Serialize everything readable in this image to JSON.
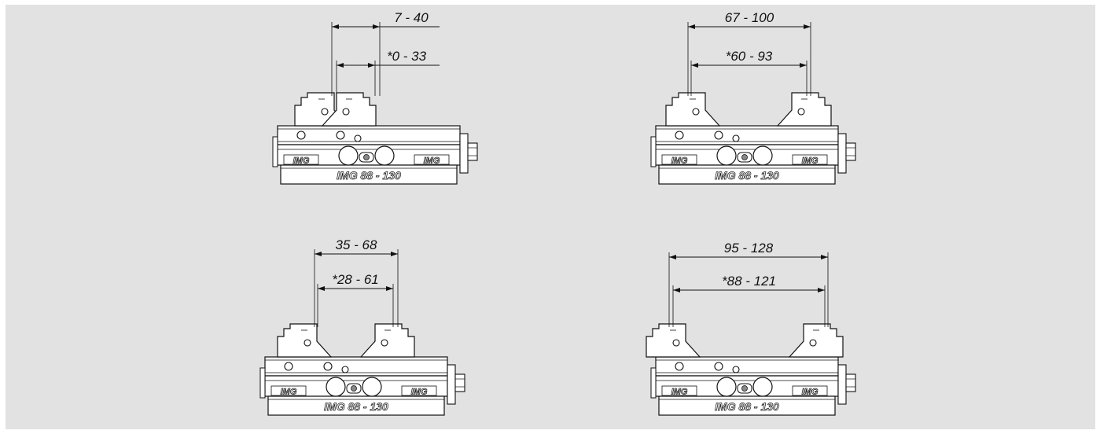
{
  "diagrams": [
    {
      "outer_dimension": "7 - 40",
      "inner_dimension": "*0 - 33",
      "brand_left": "IMG",
      "brand_right": "IMG",
      "model_label": "IMG 88 - 130"
    },
    {
      "outer_dimension": "67 - 100",
      "inner_dimension": "*60 - 93",
      "brand_left": "IMG",
      "brand_right": "IMG",
      "model_label": "IMG 88 - 130"
    },
    {
      "outer_dimension": "35 - 68",
      "inner_dimension": "*28 - 61",
      "brand_left": "IMG",
      "brand_right": "IMG",
      "model_label": "IMG 88 - 130"
    },
    {
      "outer_dimension": "95 - 128",
      "inner_dimension": "*88 - 121",
      "brand_left": "IMG",
      "brand_right": "IMG",
      "model_label": "IMG 88 - 130"
    }
  ]
}
